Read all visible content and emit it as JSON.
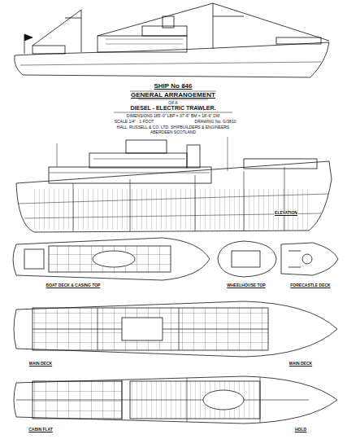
{
  "diagram": {
    "title": "SHIP No 846",
    "labels": [
      "GENERAL ARRANGEMENT",
      "OF A",
      "DIESEL - ELECTRIC TRAWLER.",
      "DIMENSIONS 185'-0\" LBP × 37'-6\" BM × 18'-6\" DM",
      "SCALE 1/4\" : 1 FOOT",
      "DRAWING No. G/3810",
      "HALL, RUSSELL & CO. LTD. SHIPBUILDERS & ENGINEERS",
      "ABERDEEN SCOTLAND",
      "ELEVATION",
      "BOAT DECK & CASING TOP",
      "WHEELHOUSE TOP",
      "FORECASTLE DECK",
      "MAIN DECK",
      "MAIN DECK",
      "CABIN FLAT",
      "HOLD"
    ]
  }
}
